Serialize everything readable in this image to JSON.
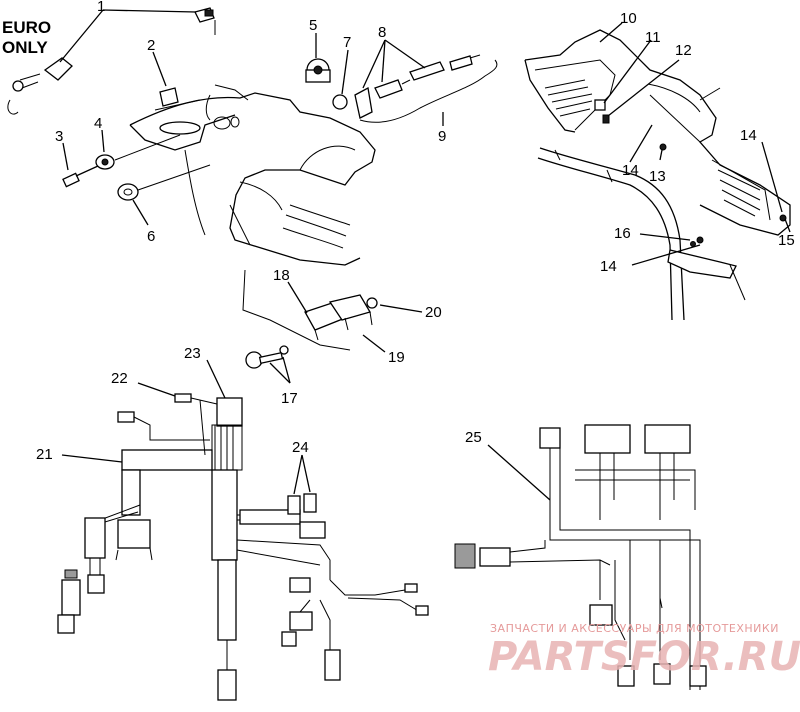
{
  "note": {
    "line1": "EURO",
    "line2": "ONLY"
  },
  "callouts": {
    "c1": "1",
    "c2": "2",
    "c3": "3",
    "c4": "4",
    "c5": "5",
    "c6": "6",
    "c7": "7",
    "c8": "8",
    "c9": "9",
    "c10": "10",
    "c11": "11",
    "c12": "12",
    "c13": "13",
    "c14a": "14",
    "c14b": "14",
    "c14c": "14",
    "c15": "15",
    "c16": "16",
    "c17": "17",
    "c18": "18",
    "c19": "19",
    "c20": "20",
    "c21": "21",
    "c22": "22",
    "c23": "23",
    "c24": "24",
    "c25": "25"
  },
  "watermark": {
    "tagline": "ЗАПЧАСТИ И АКСЕССУАРЫ ДЛЯ МОТОТЕХНИКИ",
    "logo": "PARTSFOR.RU"
  },
  "colors": {
    "ink": "#000000",
    "paper": "#ffffff",
    "watermark": "#e8b3b3"
  }
}
